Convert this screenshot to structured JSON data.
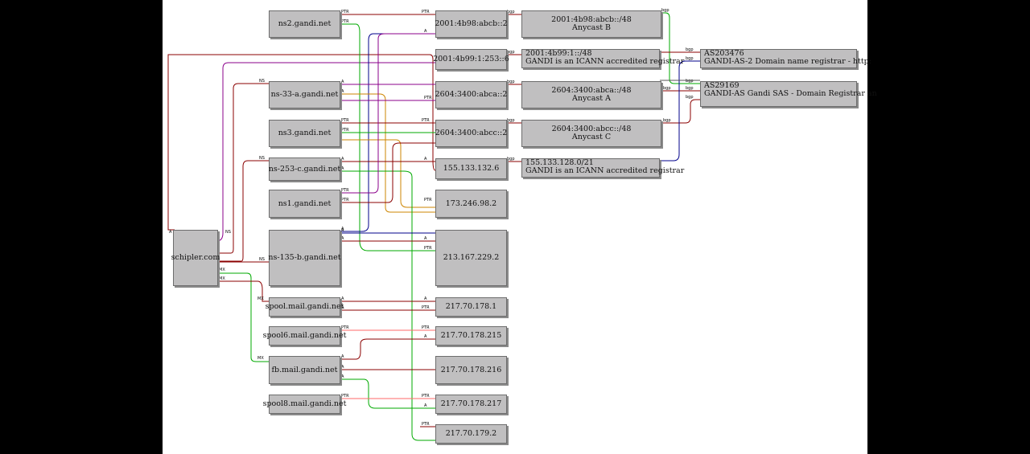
{
  "nodes": {
    "schipler": "schipler.com",
    "ns2": "ns2.gandi.net",
    "ns33a": "ns-33-a.gandi.net",
    "ns3": "ns3.gandi.net",
    "ns253c": "ns-253-c.gandi.net",
    "ns1": "ns1.gandi.net",
    "ns135b": "ns-135-b.gandi.net",
    "spool": "spool.mail.gandi.net",
    "spool6": "spool6.mail.gandi.net",
    "fb": "fb.mail.gandi.net",
    "spool8": "spool8.mail.gandi.net",
    "ip_4b98": "2001:4b98:abcb::2",
    "ip_4b99": "2001:4b99:1:253::6",
    "ip_abca": "2604:3400:abca::2",
    "ip_abcc": "2604:3400:abcc::2",
    "ip_155": "155.133.132.6",
    "ip_173": "173.246.98.2",
    "ip_213": "213.167.229.2",
    "ip_1781": "217.70.178.1",
    "ip_178215": "217.70.178.215",
    "ip_178216": "217.70.178.216",
    "ip_178217": "217.70.178.217",
    "ip_1792": "217.70.179.2",
    "pfx_4b98": {
      "l1": "2001:4b98:abcb::/48",
      "l2": "Anycast B"
    },
    "pfx_4b99": {
      "l1": "2001:4b99:1::/48",
      "l2": "GANDI is an ICANN accredited registrar"
    },
    "pfx_abca": {
      "l1": "2604:3400:abca::/48",
      "l2": "Anycast A"
    },
    "pfx_abcc": {
      "l1": "2604:3400:abcc::/48",
      "l2": "Anycast C"
    },
    "pfx_155": {
      "l1": "155.133.128.0/21",
      "l2": "GANDI is an ICANN accredited registrar"
    },
    "as203476": {
      "l1": "AS203476",
      "l2": "GANDI-AS-2 Domain name registrar - http:"
    },
    "as29169": {
      "l1": "AS29169",
      "l2": "GANDI-AS Gandi SAS - Domain Registrar an"
    }
  },
  "edge_labels": {
    "ns": "NS",
    "mx": "MX",
    "a": "A",
    "ptr": "PTR",
    "bgp": "bgp"
  },
  "colors": {
    "red": "#8b0000",
    "purple": "#8b008b",
    "navy": "#00008b",
    "orange": "#cd8500",
    "green": "#00aa00",
    "pink": "#ff6a6a",
    "gray": "#555555"
  }
}
